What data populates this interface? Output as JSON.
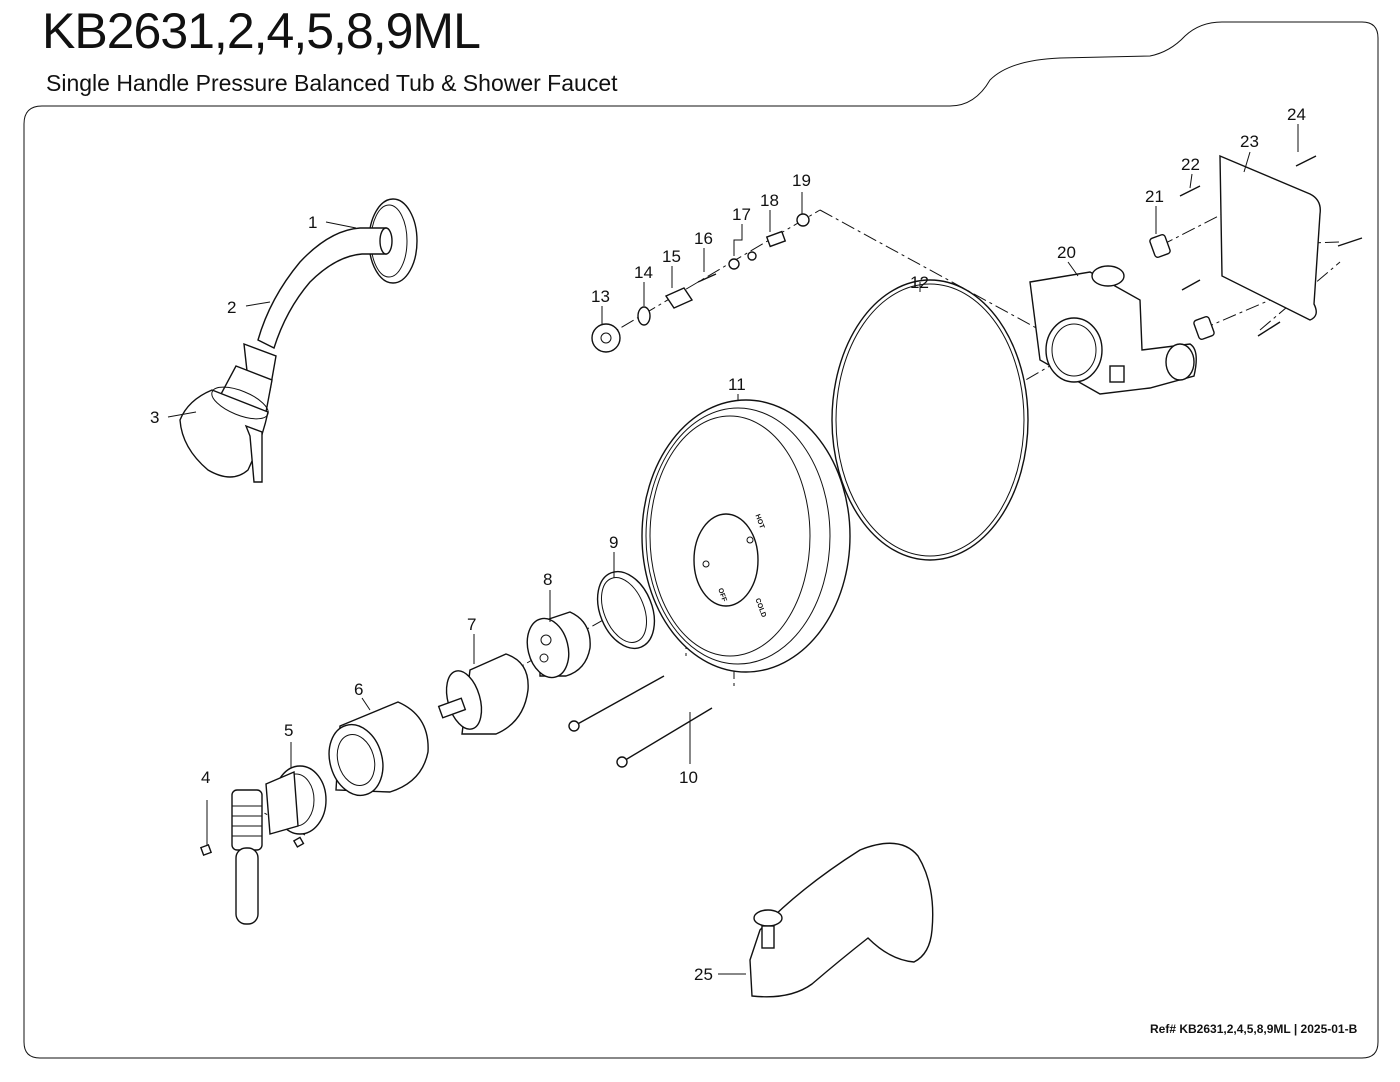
{
  "header": {
    "model": "KB2631,2,4,5,8,9ML",
    "description": "Single Handle Pressure Balanced Tub & Shower Faucet"
  },
  "footer": {
    "reference": "Ref# KB2631,2,4,5,8,9ML | 2025-01-B"
  },
  "dial_labels": {
    "hot": "HOT",
    "off": "OFF",
    "cold": "COLD"
  },
  "callouts": [
    "1",
    "2",
    "3",
    "4",
    "5",
    "6",
    "7",
    "8",
    "9",
    "10",
    "11",
    "12",
    "13",
    "14",
    "15",
    "16",
    "17",
    "18",
    "19",
    "20",
    "21",
    "22",
    "23",
    "24",
    "25"
  ]
}
